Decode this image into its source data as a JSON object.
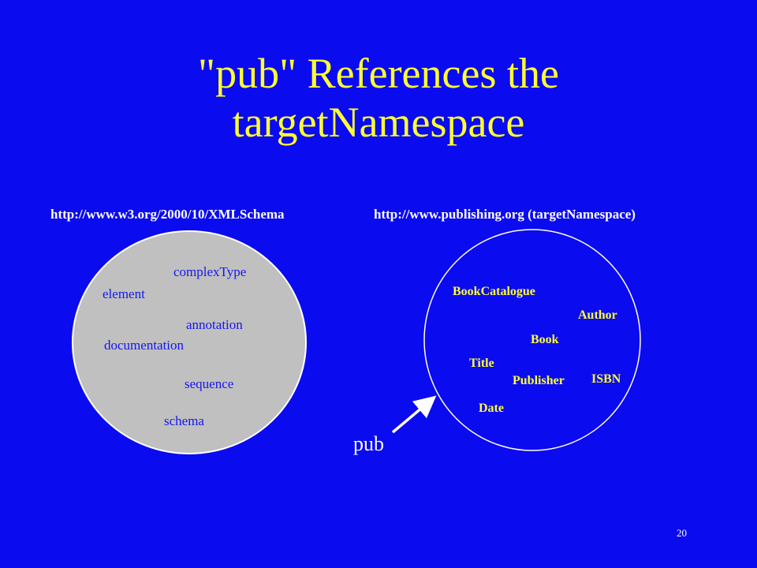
{
  "slide": {
    "title_line1": "\"pub\" References the",
    "title_line2": "targetNamespace",
    "page_number": "20"
  },
  "namespaces": {
    "left_uri": "http://www.w3.org/2000/10/XMLSchema",
    "right_uri": "http://www.publishing.org (targetNamespace)"
  },
  "left_circle": {
    "items": [
      "complexType",
      "element",
      "annotation",
      "documentation",
      "sequence",
      "schema"
    ]
  },
  "right_circle": {
    "items": [
      "BookCatalogue",
      "Author",
      "Book",
      "Title",
      "Publisher",
      "ISBN",
      "Date"
    ]
  },
  "prefix": {
    "label": "pub"
  },
  "colors": {
    "background": "#0b0bf0",
    "title": "#ffff33",
    "left_circle_fill": "#c0c0c0",
    "left_text": "#1515ee",
    "right_text": "#ffff33",
    "label_text": "#ffffff"
  }
}
